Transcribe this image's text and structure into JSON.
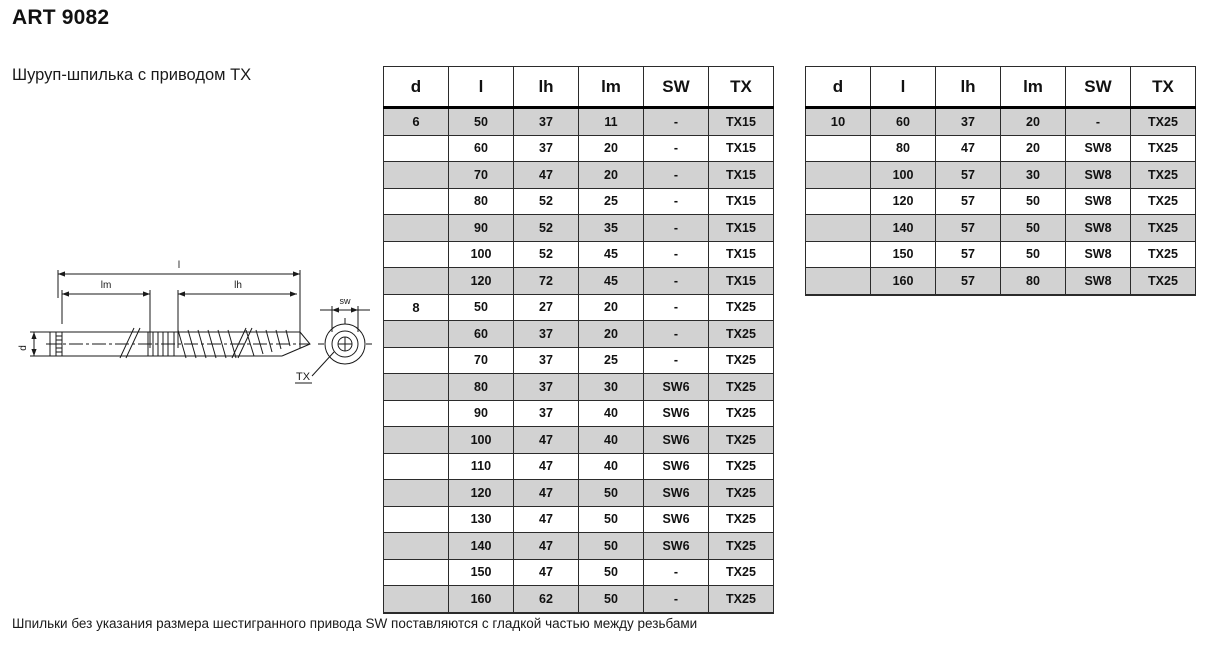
{
  "header": {
    "art_title": "ART 9082",
    "product_subtitle": "Шуруп-шпилька с приводом TX"
  },
  "footnote": "Шпильки без указания размера шестигранного привода SW поставляются с гладкой частью между резьбами",
  "drawing": {
    "labels": {
      "length_total": "l",
      "length_metric": "lm",
      "length_wood": "lh",
      "diameter": "d",
      "hex_socket": "sw",
      "torx": "TX"
    }
  },
  "tables": [
    {
      "id": "left",
      "columns": [
        "d",
        "l",
        "lh",
        "lm",
        "SW",
        "TX"
      ],
      "rows": [
        [
          "6",
          "50",
          "37",
          "11",
          "-",
          "TX15"
        ],
        [
          "",
          "60",
          "37",
          "20",
          "-",
          "TX15"
        ],
        [
          "",
          "70",
          "47",
          "20",
          "-",
          "TX15"
        ],
        [
          "",
          "80",
          "52",
          "25",
          "-",
          "TX15"
        ],
        [
          "",
          "90",
          "52",
          "35",
          "-",
          "TX15"
        ],
        [
          "",
          "100",
          "52",
          "45",
          "-",
          "TX15"
        ],
        [
          "",
          "120",
          "72",
          "45",
          "-",
          "TX15"
        ],
        [
          "8",
          "50",
          "27",
          "20",
          "-",
          "TX25"
        ],
        [
          "",
          "60",
          "37",
          "20",
          "-",
          "TX25"
        ],
        [
          "",
          "70",
          "37",
          "25",
          "-",
          "TX25"
        ],
        [
          "",
          "80",
          "37",
          "30",
          "SW6",
          "TX25"
        ],
        [
          "",
          "90",
          "37",
          "40",
          "SW6",
          "TX25"
        ],
        [
          "",
          "100",
          "47",
          "40",
          "SW6",
          "TX25"
        ],
        [
          "",
          "110",
          "47",
          "40",
          "SW6",
          "TX25"
        ],
        [
          "",
          "120",
          "47",
          "50",
          "SW6",
          "TX25"
        ],
        [
          "",
          "130",
          "47",
          "50",
          "SW6",
          "TX25"
        ],
        [
          "",
          "140",
          "47",
          "50",
          "SW6",
          "TX25"
        ],
        [
          "",
          "150",
          "47",
          "50",
          "-",
          "TX25"
        ],
        [
          "",
          "160",
          "62",
          "50",
          "-",
          "TX25"
        ]
      ]
    },
    {
      "id": "right",
      "columns": [
        "d",
        "l",
        "lh",
        "lm",
        "SW",
        "TX"
      ],
      "rows": [
        [
          "10",
          "60",
          "37",
          "20",
          "-",
          "TX25"
        ],
        [
          "",
          "80",
          "47",
          "20",
          "SW8",
          "TX25"
        ],
        [
          "",
          "100",
          "57",
          "30",
          "SW8",
          "TX25"
        ],
        [
          "",
          "120",
          "57",
          "50",
          "SW8",
          "TX25"
        ],
        [
          "",
          "140",
          "57",
          "50",
          "SW8",
          "TX25"
        ],
        [
          "",
          "150",
          "57",
          "50",
          "SW8",
          "TX25"
        ],
        [
          "",
          "160",
          "57",
          "80",
          "SW8",
          "TX25"
        ]
      ]
    }
  ],
  "colors": {
    "shaded_row": "#d2d2d2",
    "border": "#2b2b2b",
    "text": "#111111"
  }
}
